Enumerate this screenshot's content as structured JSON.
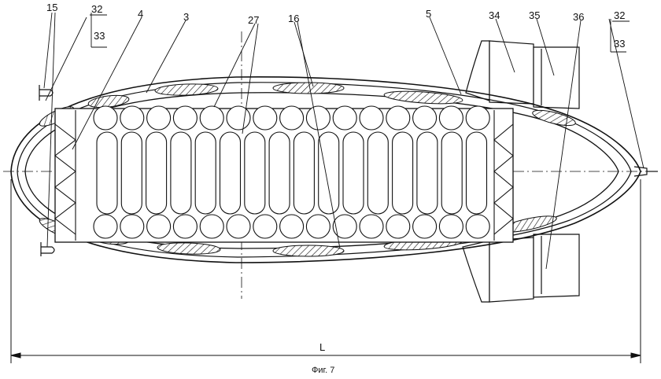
{
  "figure": {
    "caption": "Фиг. 7",
    "dimension_label": "L"
  },
  "labels": {
    "l15": "15",
    "l32a": "32",
    "l33a": "33",
    "l4": "4",
    "l3": "3",
    "l27": "27",
    "l16": "16",
    "l5": "5",
    "l34": "34",
    "l35": "35",
    "l36": "36",
    "l32b": "32",
    "l33b": "33"
  }
}
